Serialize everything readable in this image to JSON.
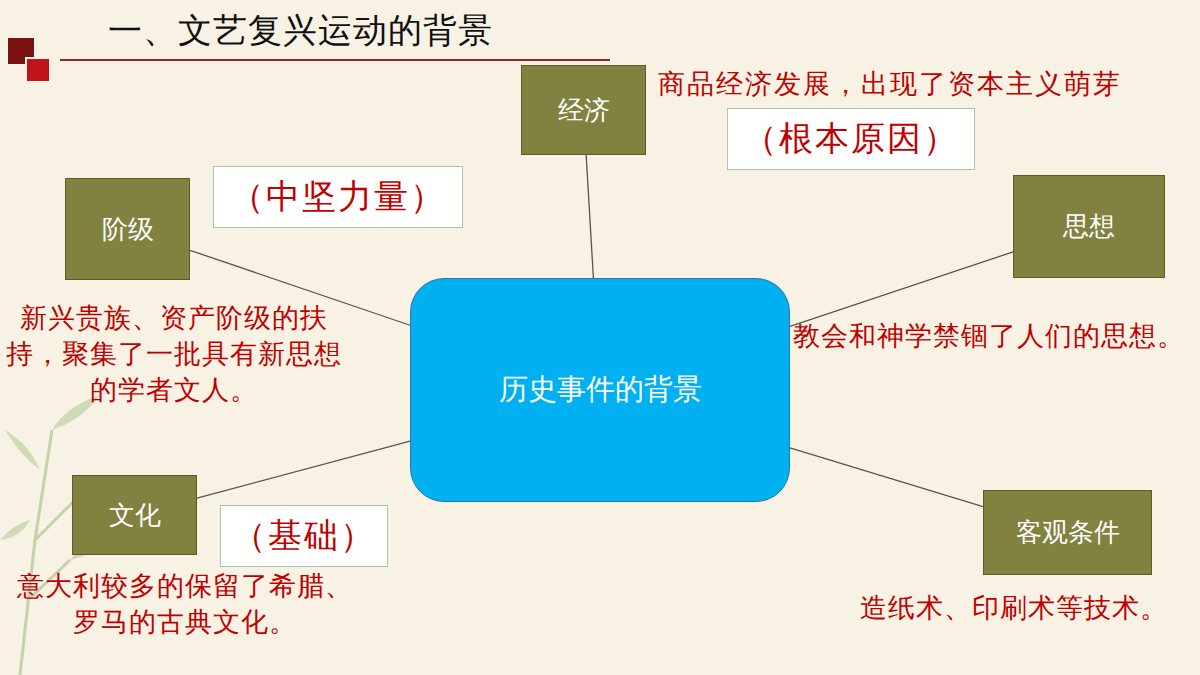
{
  "diagram": {
    "title": "一、文艺复兴运动的背景",
    "nodes": [
      {
        "text": [
          "经济"
        ]
      },
      {
        "text": [
          "（根本原因）"
        ]
      },
      {
        "text": [
          "阶级"
        ]
      },
      {
        "text": [
          "（中坚力量）"
        ]
      },
      {
        "text": [
          "思想"
        ]
      },
      {
        "text": [
          "历史事件的背景"
        ]
      },
      {
        "text": [
          "文化"
        ]
      },
      {
        "text": [
          "（基础）"
        ]
      },
      {
        "text": [
          "客观条件"
        ]
      }
    ],
    "edges": [
      {
        "from": 5,
        "to": 0,
        "arrow": "none"
      },
      {
        "from": 5,
        "to": 2,
        "arrow": "none"
      },
      {
        "from": 5,
        "to": 4,
        "arrow": "none"
      },
      {
        "from": 5,
        "to": 6,
        "arrow": "none"
      },
      {
        "from": 5,
        "to": 8,
        "arrow": "none"
      }
    ],
    "labels": [
      "商品经济发展，出现了资本主义萌芽",
      "新兴贵族、资产阶级的扶持，聚集了一批具有新思想的学者文人。",
      "教会和神学禁锢了人们的思想。",
      "意大利较多的保留了希腊、罗马的古典文化。",
      "造纸术、印刷术等技术。"
    ]
  }
}
